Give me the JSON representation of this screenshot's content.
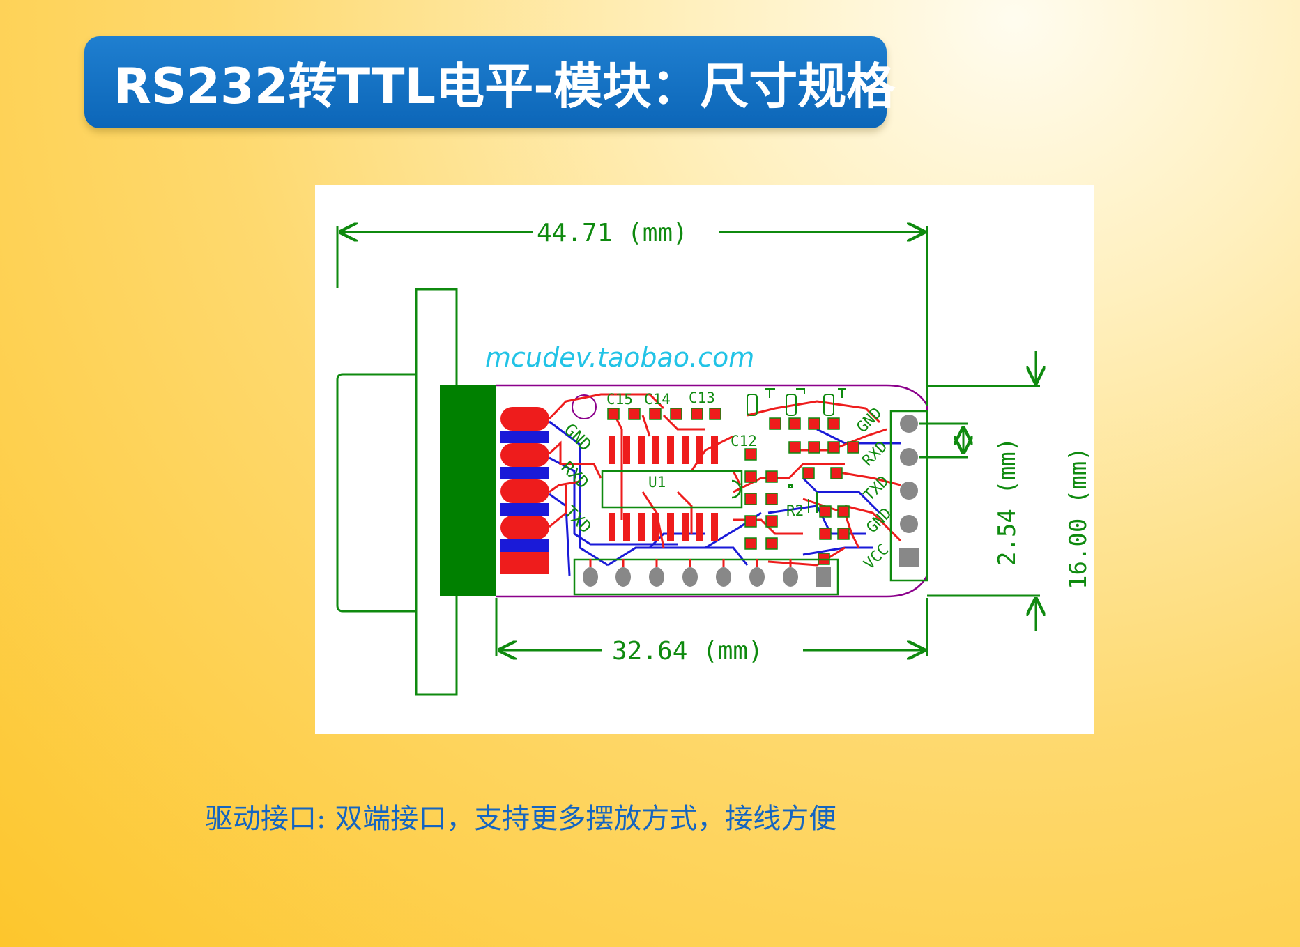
{
  "header": {
    "title": "RS232转TTL电平-模块：尺寸规格"
  },
  "drawing": {
    "shop_url": "mcudev.taobao.com",
    "dimensions": {
      "width_total": "44.71 (mm)",
      "width_board": "32.64 (mm)",
      "pin_pitch": "2.54 (mm)",
      "height_board": "16.00 (mm)"
    },
    "pin_labels": {
      "left": [
        "GND",
        "RXD",
        "TXD"
      ],
      "right": [
        "GND",
        "RXD",
        "TXD",
        "GND",
        "VCC"
      ]
    },
    "components": {
      "capacitors_top": [
        "C15",
        "C14",
        "C13"
      ],
      "c12": "C12",
      "u1": "U1",
      "r2": "R2"
    }
  },
  "caption": "驱动接口: 双端接口，支持更多摆放方式，接线方便",
  "colors": {
    "banner": "#0c66b8",
    "silkscreen": "#0f8a0f",
    "top_copper": "#ee1c1c",
    "bottom_copper": "#1a1ad8",
    "outline": "#8b008b",
    "url": "#22c3e6",
    "caption": "#1565c0"
  }
}
